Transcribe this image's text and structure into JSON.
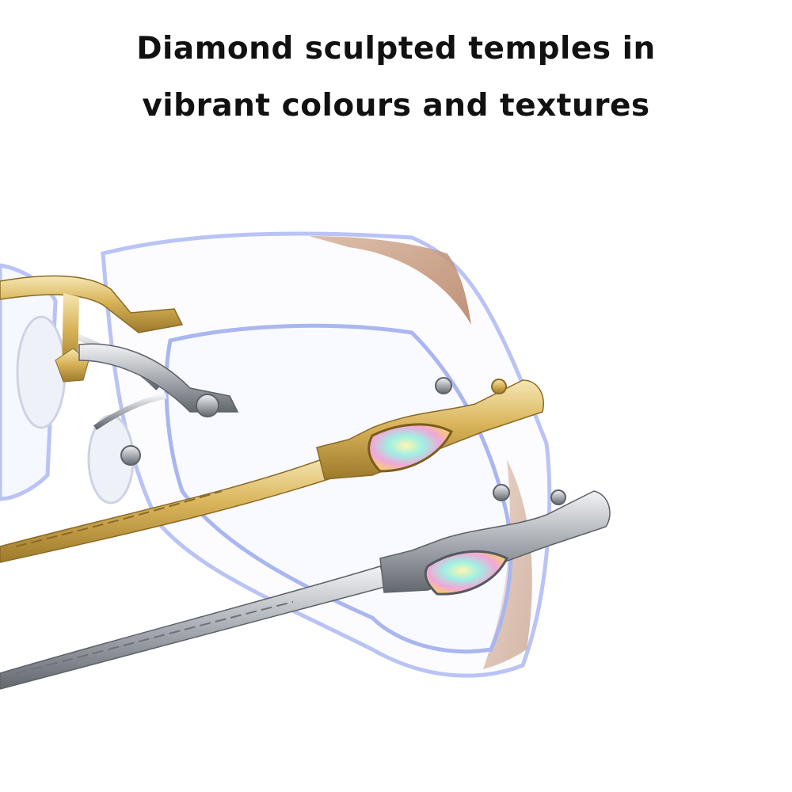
{
  "caption": {
    "line1": "Diamond sculpted temples in",
    "line2": "vibrant colours and textures"
  },
  "photo": {
    "subject": "rimless-eyeglasses-with-crystal-temples",
    "colors": {
      "background": "#ffffff",
      "text": "#111111",
      "lens_edge": "#b9c3f5",
      "gold": "#d9b45a",
      "silver": "#a9adb3"
    }
  }
}
